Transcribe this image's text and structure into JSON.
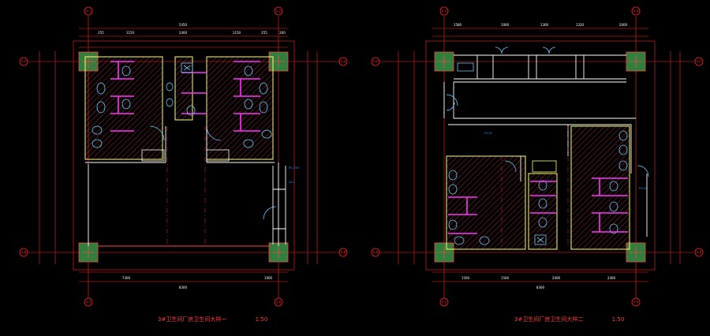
{
  "colors": {
    "background": "#000000",
    "grid": "#ff2020",
    "wall": "#ffffff",
    "partition": "#ff33ff",
    "fixture": "#66ccff",
    "column": "#2f7f3f",
    "hatch": "#ff4444",
    "annotation": "#3399ff",
    "secondary_wall": "#ffff66"
  },
  "plan1": {
    "title": "3#卫生间厂房卫生间大样一",
    "scale": "1:50",
    "grid_top": [
      "A-1",
      "A-2"
    ],
    "grid_side": [
      "A-A",
      "A-B"
    ],
    "grid_bottom": [
      "A-5",
      "A-6"
    ],
    "dims_top": [
      "5450",
      "255",
      "1150",
      "2400",
      "1150",
      "255",
      "200"
    ],
    "dims_bottom": [
      "7300",
      "1000"
    ],
    "dim_total_bottom": "8300",
    "notes": [
      "PV-7/07",
      "LS-1"
    ]
  },
  "plan2": {
    "title": "3#卫生间厂房卫生间大样二",
    "scale": "1:50",
    "grid_top": [
      "A-5",
      "A-6"
    ],
    "grid_side": [
      "A-A",
      "A-B"
    ],
    "grid_bottom": [
      "A-5",
      "A-6"
    ],
    "dims_top": [
      "1580",
      "1000",
      "1300",
      "1320",
      "2600"
    ],
    "dims_bottom": [
      "1500",
      "1500",
      "2000",
      "2400"
    ],
    "dim_total_bottom": "8300",
    "notes": [
      "FV-01",
      "FV-02"
    ]
  }
}
